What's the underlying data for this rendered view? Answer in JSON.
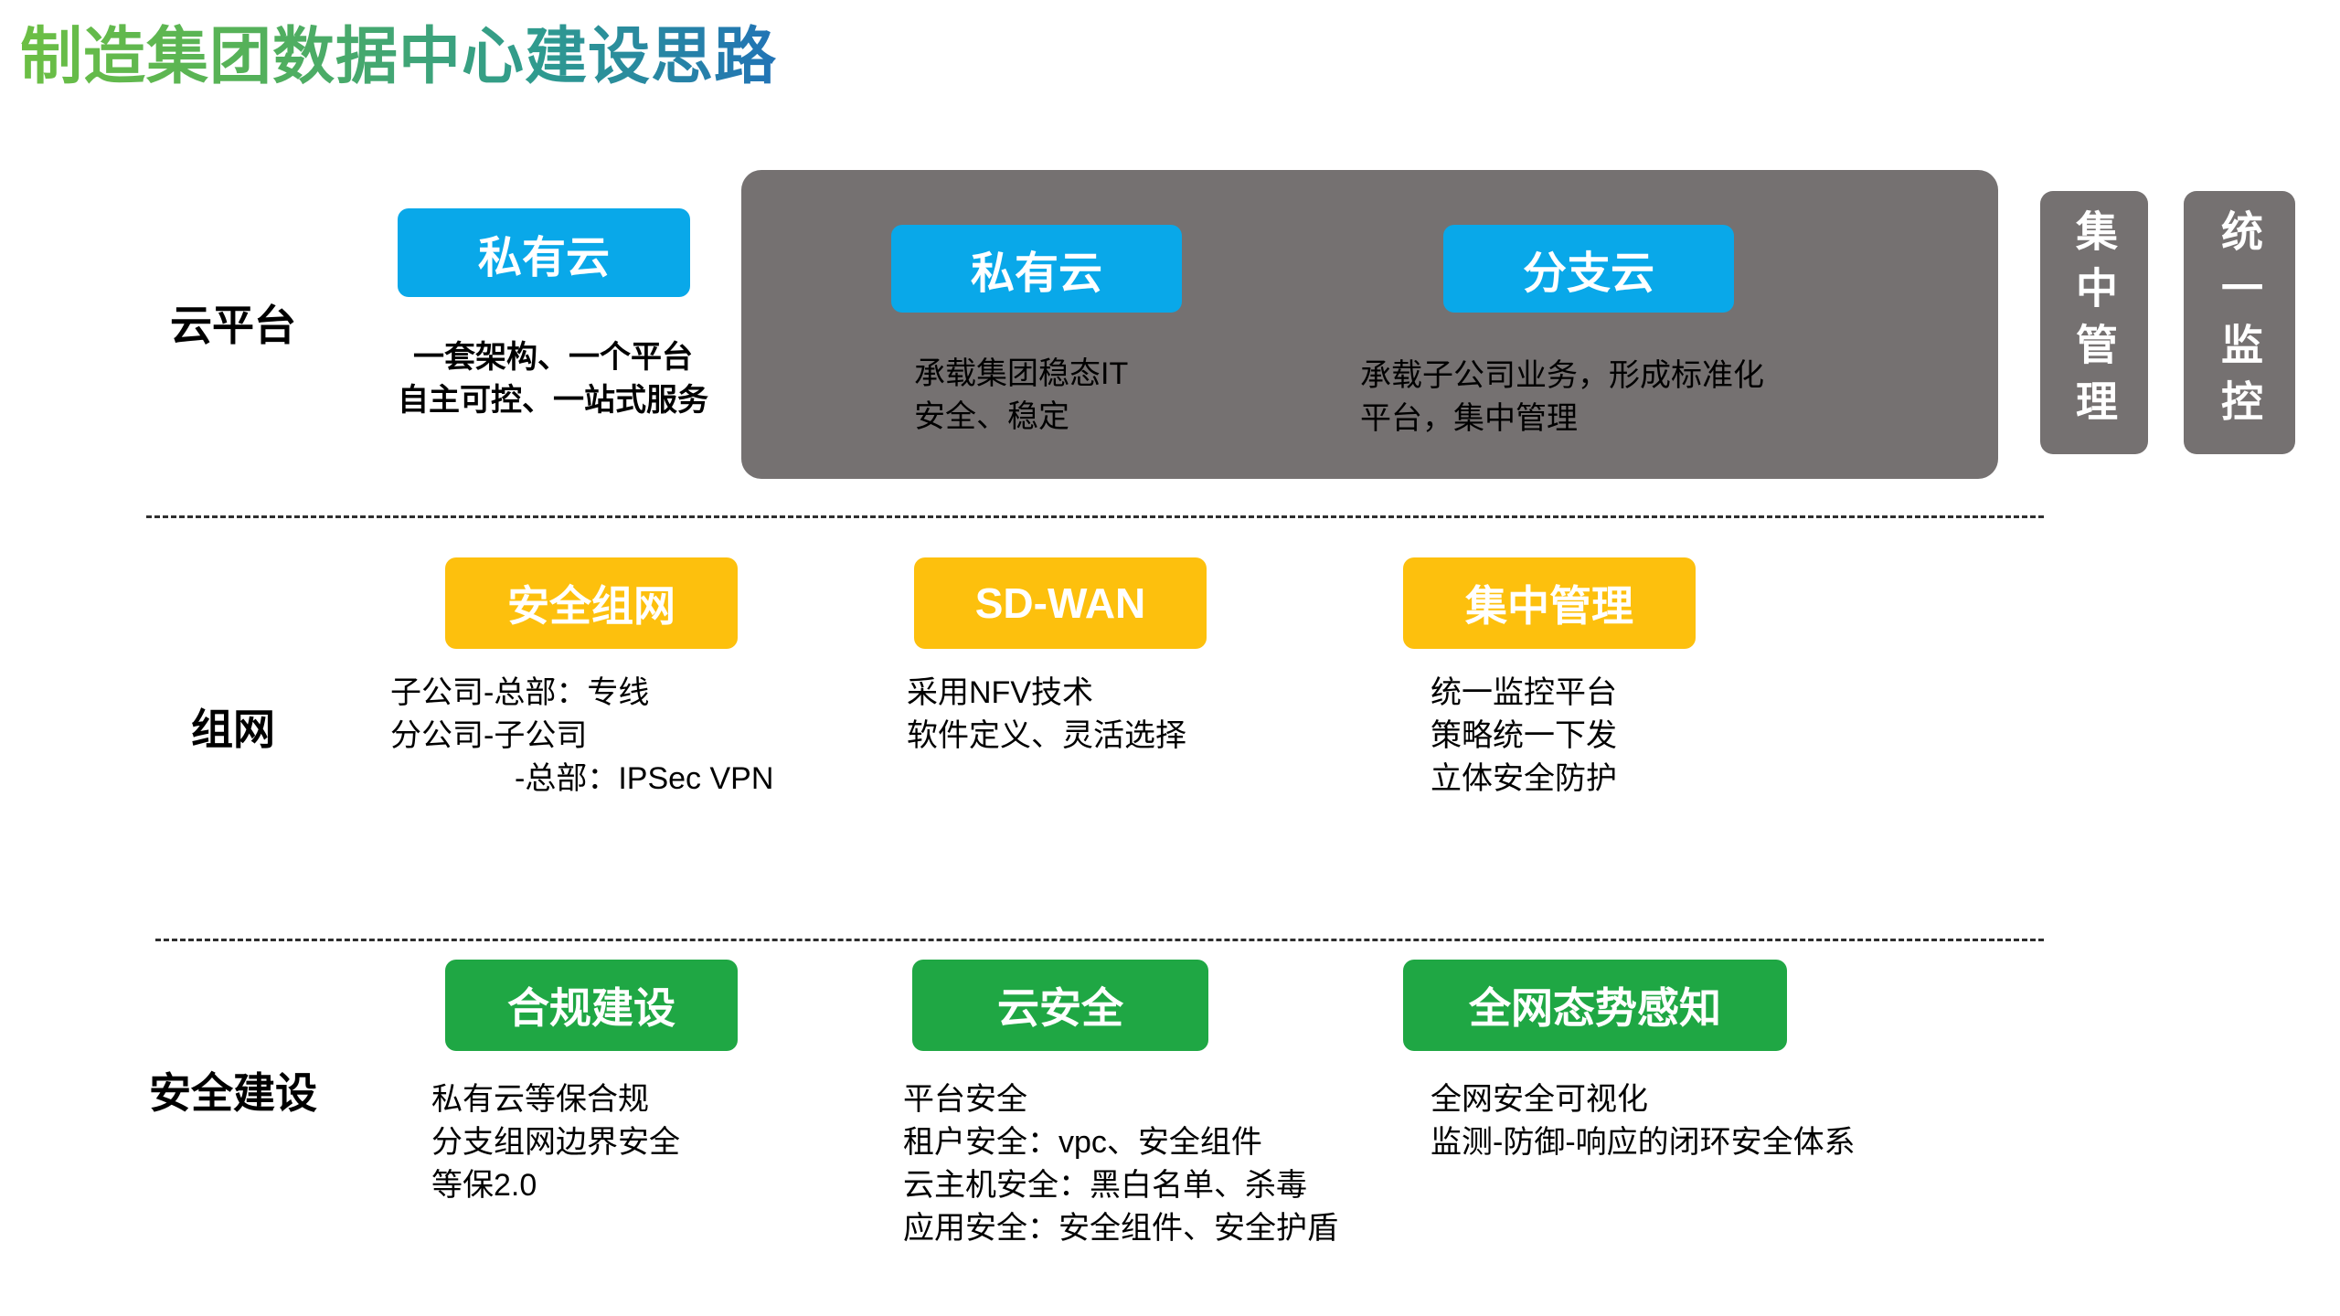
{
  "title": "制造集团数据中心建设思路",
  "colors": {
    "blue": "#09a8e9",
    "yellow": "#fdc00d",
    "green": "#1fa744",
    "gray": "#757171",
    "title_gradient_start": "#6cbf44",
    "title_gradient_end": "#2173b6"
  },
  "rows": {
    "cloud": {
      "label": "云平台",
      "standalone": {
        "badge": "私有云",
        "desc": [
          "一套架构、一个平台",
          "自主可控、一站式服务"
        ]
      },
      "panel": {
        "private": {
          "badge": "私有云",
          "desc": [
            "承载集团稳态IT",
            "安全、稳定"
          ]
        },
        "branch": {
          "badge": "分支云",
          "desc": [
            "承载子公司业务，形成标准化",
            "平台，集中管理"
          ]
        }
      },
      "side": [
        "集中管理",
        "统一监控"
      ]
    },
    "network": {
      "label": "组网",
      "items": [
        {
          "badge": "安全组网",
          "desc": [
            "子公司-总部：专线",
            "分公司-子公司",
            "-总部：IPSec VPN"
          ]
        },
        {
          "badge": "SD-WAN",
          "desc": [
            "采用NFV技术",
            "软件定义、灵活选择"
          ]
        },
        {
          "badge": "集中管理",
          "desc": [
            "统一监控平台",
            "策略统一下发",
            "立体安全防护"
          ]
        }
      ]
    },
    "security": {
      "label": "安全建设",
      "items": [
        {
          "badge": "合规建设",
          "desc": [
            "私有云等保合规",
            "分支组网边界安全",
            "等保2.0"
          ]
        },
        {
          "badge": "云安全",
          "desc": [
            "平台安全",
            "租户安全：vpc、安全组件",
            "云主机安全：黑白名单、杀毒",
            "应用安全：安全组件、安全护盾"
          ]
        },
        {
          "badge": "全网态势感知",
          "desc": [
            "全网安全可视化",
            "监测-防御-响应的闭环安全体系"
          ]
        }
      ]
    }
  }
}
